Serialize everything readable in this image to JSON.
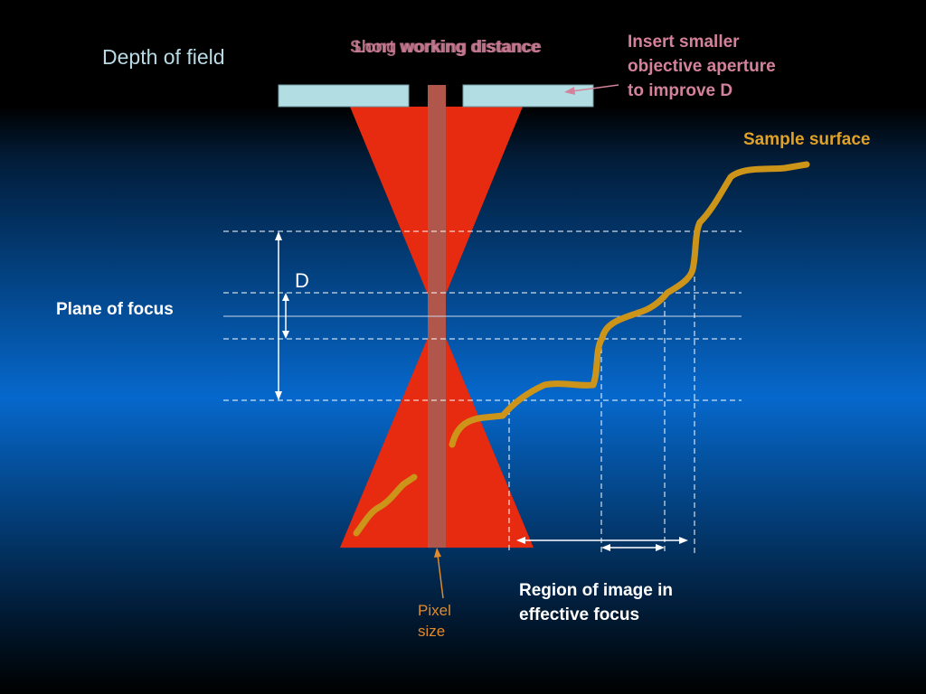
{
  "slide": {
    "title": "Depth of field",
    "header_labels": [
      "Short working distance",
      "Long working distance"
    ],
    "aperture_note": [
      "Insert smaller",
      "objective aperture",
      "to improve D"
    ],
    "sample_surface_label": "Sample surface",
    "depth_label": "D",
    "plane_label": "Plane of focus",
    "region_label": [
      "Region of image in",
      "effective focus"
    ],
    "pixel_label": [
      "Pixel",
      "size"
    ]
  },
  "colors": {
    "beam": "#e62b10",
    "pixel_column": "#b0564a",
    "aperture_plate": "#b2dde2",
    "sample_surface": "#cc9418",
    "annotation_pink": "#d4829b",
    "sample_label": "#e0a127",
    "pixel_label": "#e08a2c"
  }
}
